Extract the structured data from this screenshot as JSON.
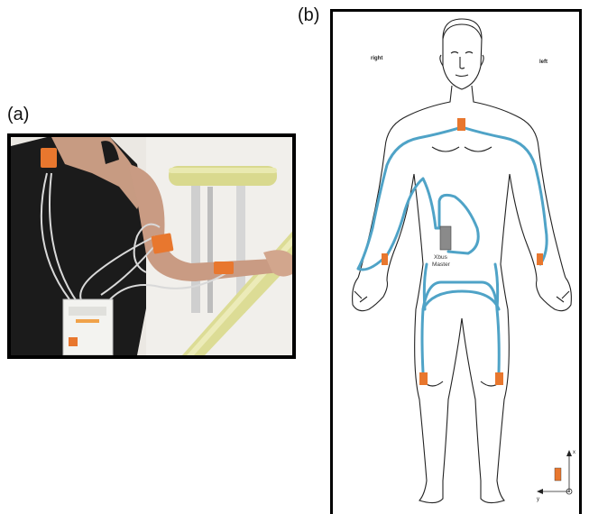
{
  "figure": {
    "panel_a_label": "(a)",
    "panel_b_label": "(b)"
  },
  "body_diagram": {
    "right_label": "right",
    "left_label": "left",
    "master_label_line1": "Xbus",
    "master_label_line2": "Master",
    "axis_x_label": "x",
    "axis_y_label": "y"
  },
  "colors": {
    "cable": "#4fa3c7",
    "sensor": "#e8772e",
    "master_box": "#8a8a8a"
  }
}
